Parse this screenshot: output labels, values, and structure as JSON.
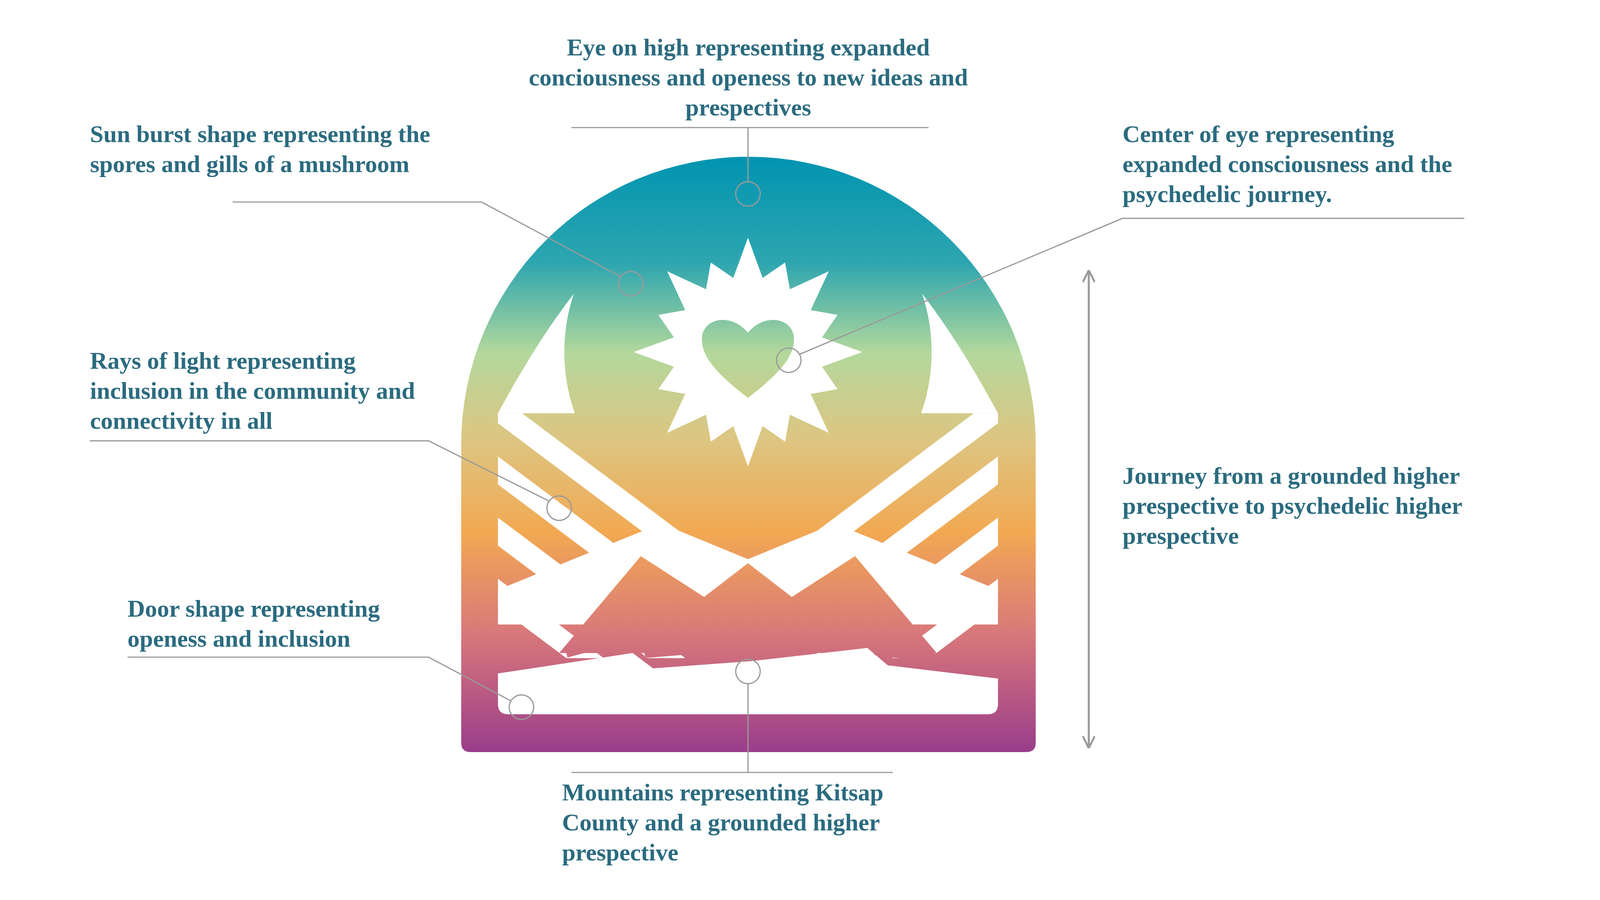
{
  "diagram": {
    "labels": [
      "Eye on high representing expanded conciousness and openess to new ideas and prespectives",
      "Sun burst shape representing the spores and gills of a mushroom",
      "Center of eye representing expanded consciousness and the psychedelic journey.",
      "Rays of light representing inclusion in the community and connectivity in all",
      "Journey from a grounded higher prespective to psychedelic higher prespective",
      "Door shape representing openess and inclusion",
      "Mountains representing Kitsap County and a grounded higher prespective"
    ]
  }
}
